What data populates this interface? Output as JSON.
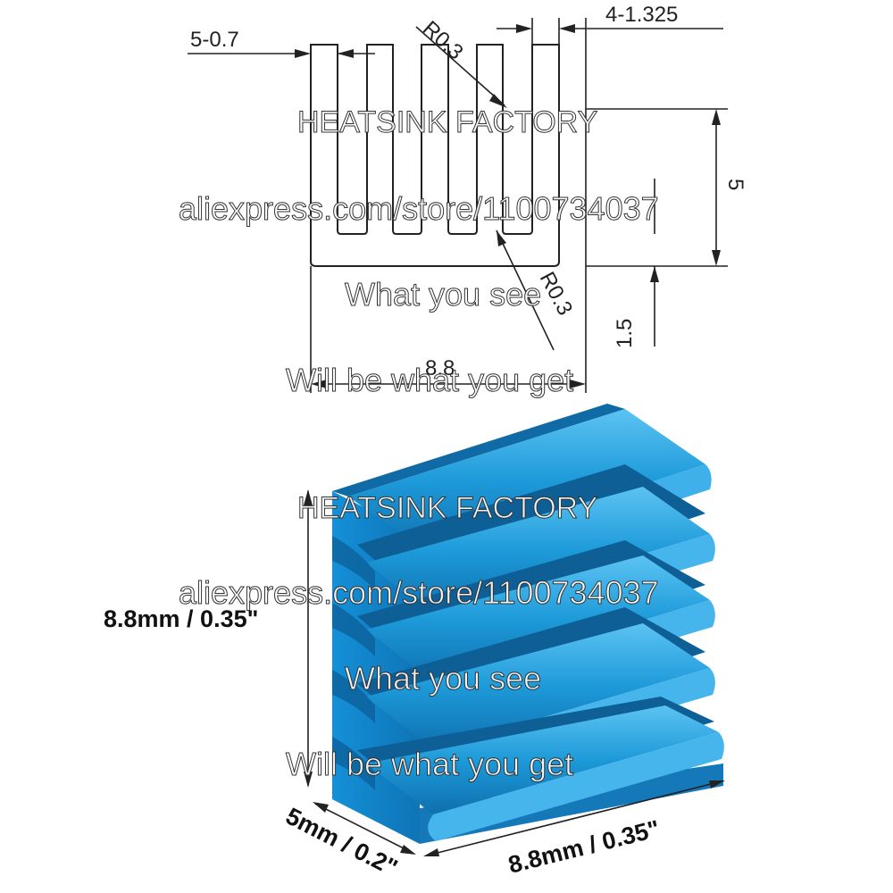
{
  "drawing": {
    "fin_pitch_label": "5-0.7",
    "radius_top_label": "R0.3",
    "gap_label": "4-1.325",
    "height_label": "5",
    "base_label": "1.5",
    "radius_bottom_label": "R0.3",
    "width_label": "8.8"
  },
  "product": {
    "height_label": "8.8mm / 0.35\"",
    "depth_label": "5mm / 0.2\"",
    "width_label": "8.8mm / 0.35\"",
    "color": "#1a8fd6"
  },
  "watermarks": {
    "top": {
      "brand": "HEATSINK FACTORY",
      "url": "aliexpress.com/store/1100734037",
      "line1": "What you see",
      "line2": "Will be what you get"
    },
    "bottom": {
      "brand": "HEATSINK FACTORY",
      "url": "aliexpress.com/store/1100734037",
      "line1": "What you see",
      "line2": "Will be what you get"
    }
  }
}
